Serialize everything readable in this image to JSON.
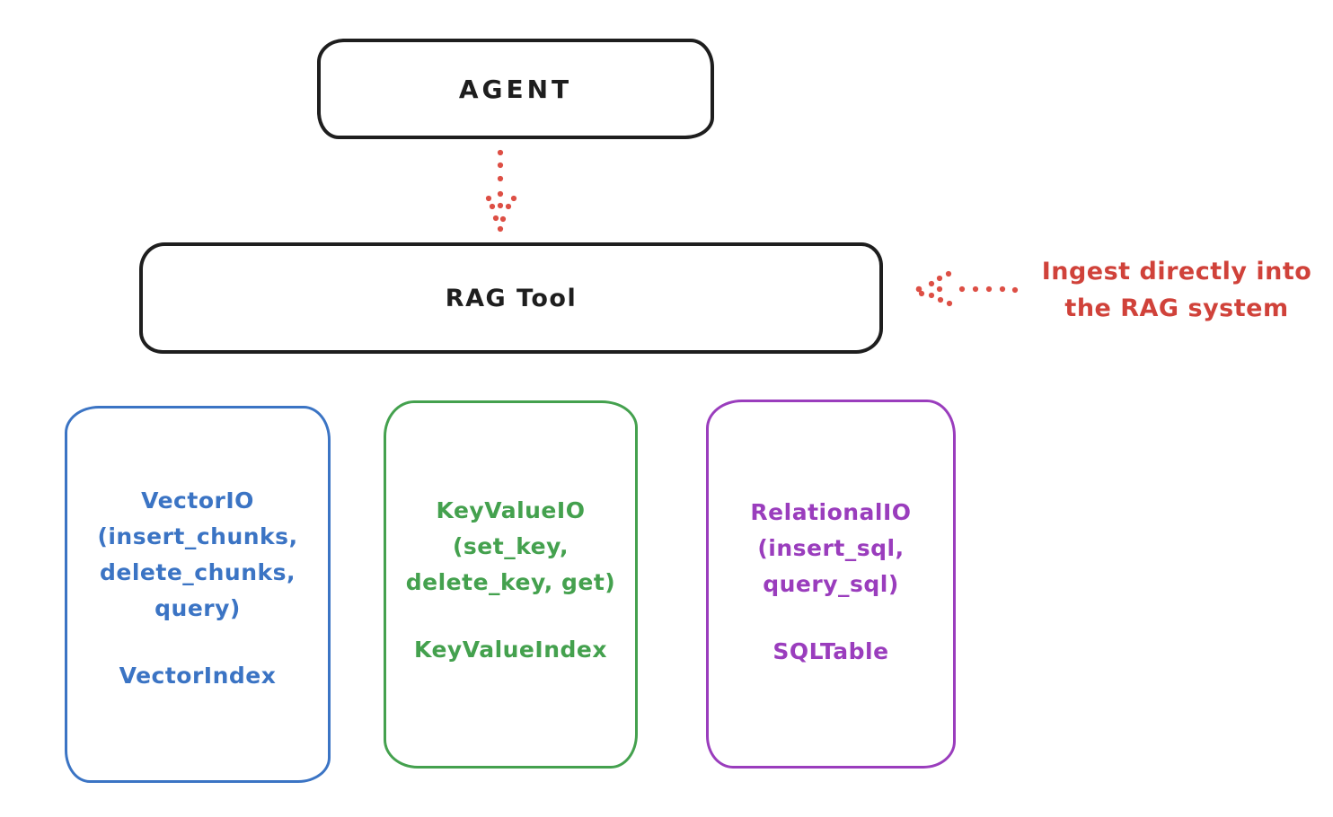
{
  "diagram": {
    "agent_box": {
      "label": "AGENT"
    },
    "rag_tool_box": {
      "label": "RAG Tool"
    },
    "annotation": {
      "line1": "Ingest directly into",
      "line2": "the RAG system"
    },
    "io_boxes": [
      {
        "lines": [
          "VectorIO",
          "(insert_chunks,",
          "delete_chunks,",
          "query)"
        ],
        "index_label": "VectorIndex",
        "color": "#3b74c4"
      },
      {
        "lines": [
          "KeyValueIO",
          "(set_key,",
          "delete_key, get)"
        ],
        "index_label": "KeyValueIndex",
        "color": "#44a14e"
      },
      {
        "lines": [
          "RelationalIO",
          "(insert_sql,",
          "query_sql)"
        ],
        "index_label": "SQLTable",
        "color": "#9a3dbd"
      }
    ],
    "colors": {
      "ink": "#1e1e1e",
      "arrow_red": "#dd4f45",
      "annotation_red": "#d0423a",
      "background": "#ffffff"
    }
  }
}
